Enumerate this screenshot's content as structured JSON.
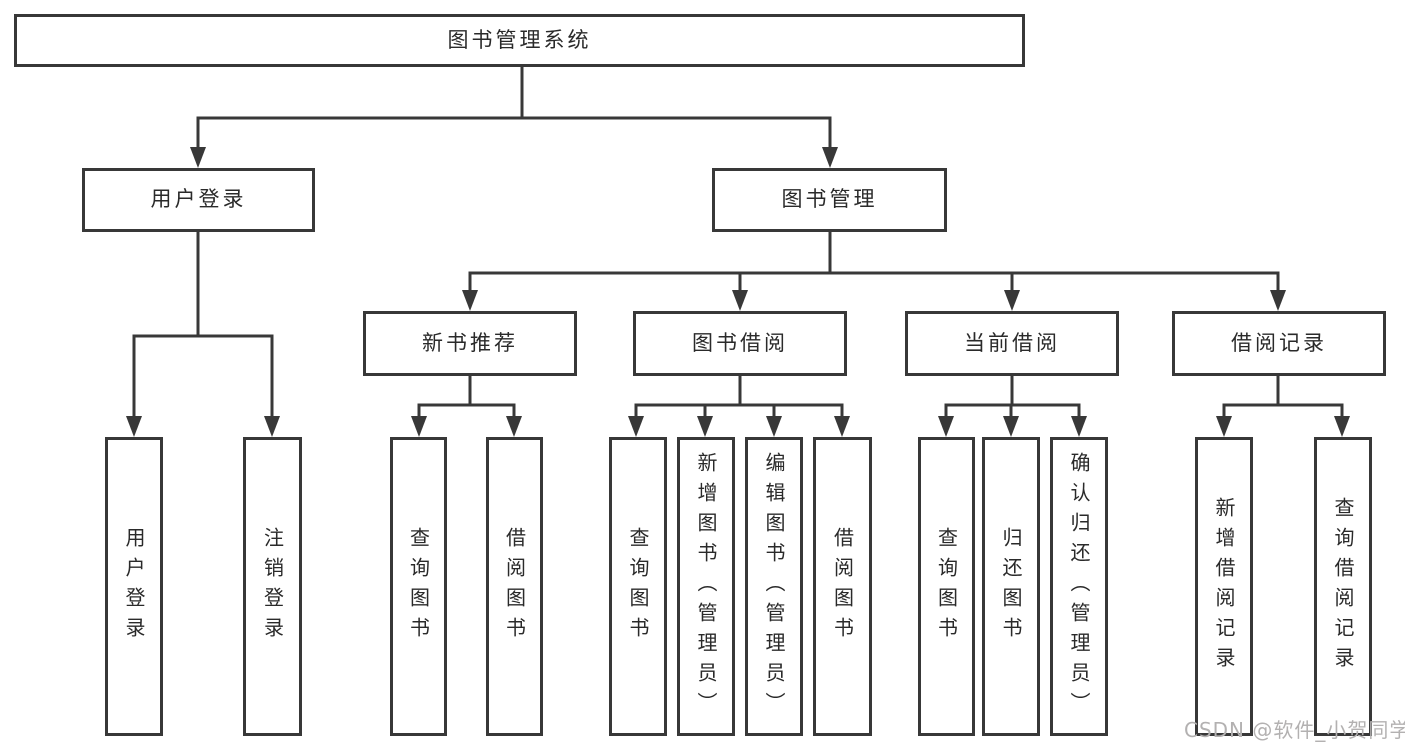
{
  "diagram": {
    "root": {
      "label": "图书管理系统"
    },
    "level2": [
      {
        "label": "用户登录"
      },
      {
        "label": "图书管理"
      }
    ],
    "level3": [
      {
        "label": "新书推荐"
      },
      {
        "label": "图书借阅"
      },
      {
        "label": "当前借阅"
      },
      {
        "label": "借阅记录"
      }
    ],
    "leaves": [
      {
        "label": "用户登录"
      },
      {
        "label": "注销登录"
      },
      {
        "label": "查询图书"
      },
      {
        "label": "借阅图书"
      },
      {
        "label": "查询图书"
      },
      {
        "label": "新增图书（管理员）"
      },
      {
        "label": "编辑图书（管理员）"
      },
      {
        "label": "借阅图书"
      },
      {
        "label": "查询图书"
      },
      {
        "label": "归还图书"
      },
      {
        "label": "确认归还（管理员）"
      },
      {
        "label": "新增借阅记录"
      },
      {
        "label": "查询借阅记录"
      }
    ]
  },
  "watermark": "CSDN @软件_小贺同学",
  "colors": {
    "line": "#383838",
    "box_border": "#383838",
    "text": "#2a2a2a",
    "watermark": "#b3b1b1",
    "background": "#ffffff"
  }
}
